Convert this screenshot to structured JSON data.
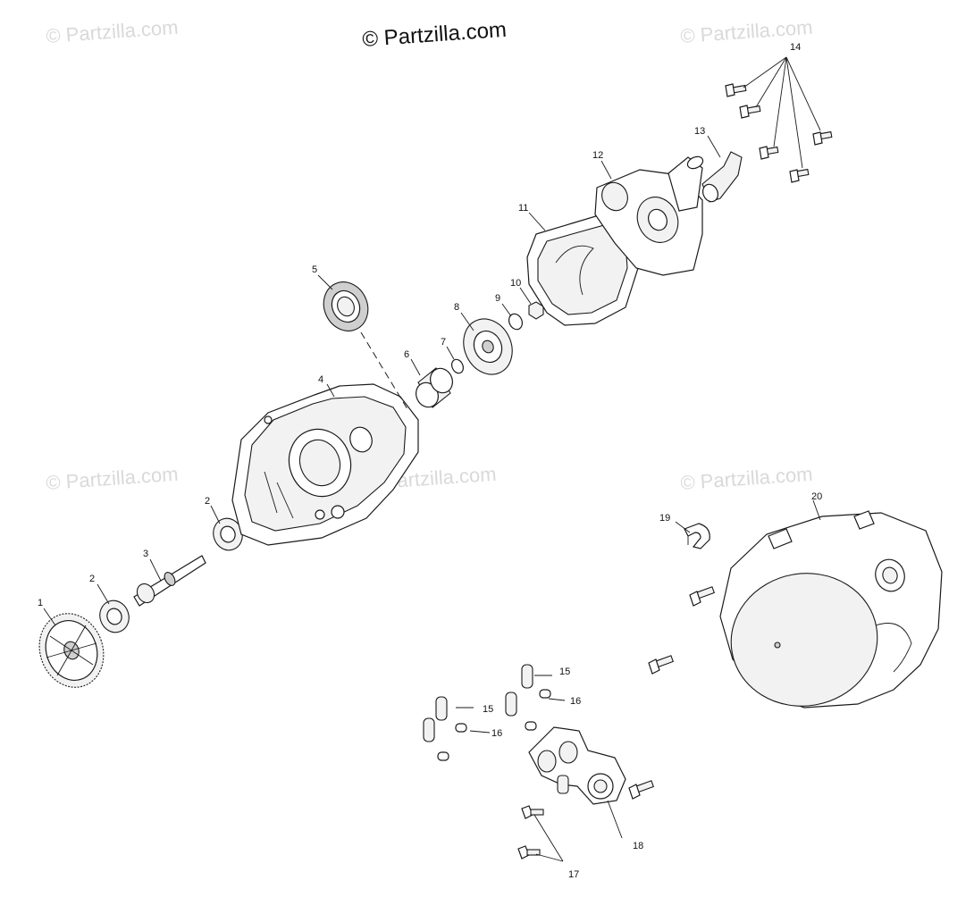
{
  "copyright": "© Partzilla.com",
  "watermark": "© Partzilla.com",
  "callouts": {
    "c1": "1",
    "c2a": "2",
    "c2b": "2",
    "c3": "3",
    "c4": "4",
    "c5": "5",
    "c6": "6",
    "c7": "7",
    "c8": "8",
    "c9": "9",
    "c10": "10",
    "c11": "11",
    "c12": "12",
    "c13": "13",
    "c14": "14",
    "c15a": "15",
    "c15b": "15",
    "c16a": "16",
    "c16b": "16",
    "c17": "17",
    "c18": "18",
    "c19": "19",
    "c20": "20"
  },
  "colors": {
    "line": "#1a1a1a",
    "watermark": "#d9d9d9",
    "background": "#ffffff"
  }
}
